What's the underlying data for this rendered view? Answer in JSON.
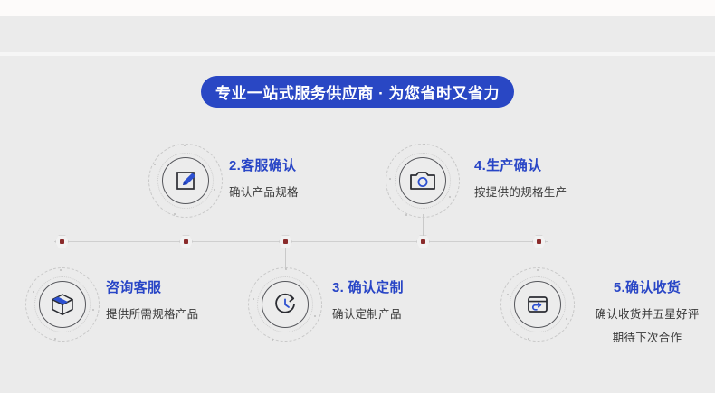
{
  "banner": {
    "text": "专业一站式服务供应商 · 为您省时又省力",
    "bg_color": "#2947c4",
    "text_color": "#ffffff"
  },
  "theme": {
    "page_bg": "#ebebeb",
    "top_strip": "#fdfbfa",
    "accent_blue": "#2845c6",
    "desc_gray": "#3a3a3a",
    "rail_gray": "#cfcfcf",
    "node_dot": "#8a2a2a",
    "icon_dark": "#2b2d33"
  },
  "steps": [
    {
      "id": "step-1",
      "icon": "package-box-icon",
      "title": "咨询客服",
      "desc": "提供所需规格产品",
      "desc2": "",
      "row": "bottom"
    },
    {
      "id": "step-2",
      "icon": "pencil-edit-icon",
      "title": "2.客服确认",
      "desc": "确认产品规格",
      "desc2": "",
      "row": "top"
    },
    {
      "id": "step-3",
      "icon": "clock-timer-icon",
      "title": "3. 确认定制",
      "desc": "确认定制产品",
      "desc2": "",
      "row": "bottom"
    },
    {
      "id": "step-4",
      "icon": "camera-icon",
      "title": "4.生产确认",
      "desc": "按提供的规格生产",
      "desc2": "",
      "row": "top"
    },
    {
      "id": "step-5",
      "icon": "delivery-return-icon",
      "title": "5.确认收货",
      "desc": "确认收货并五星好评",
      "desc2": "期待下次合作",
      "row": "bottom"
    }
  ]
}
